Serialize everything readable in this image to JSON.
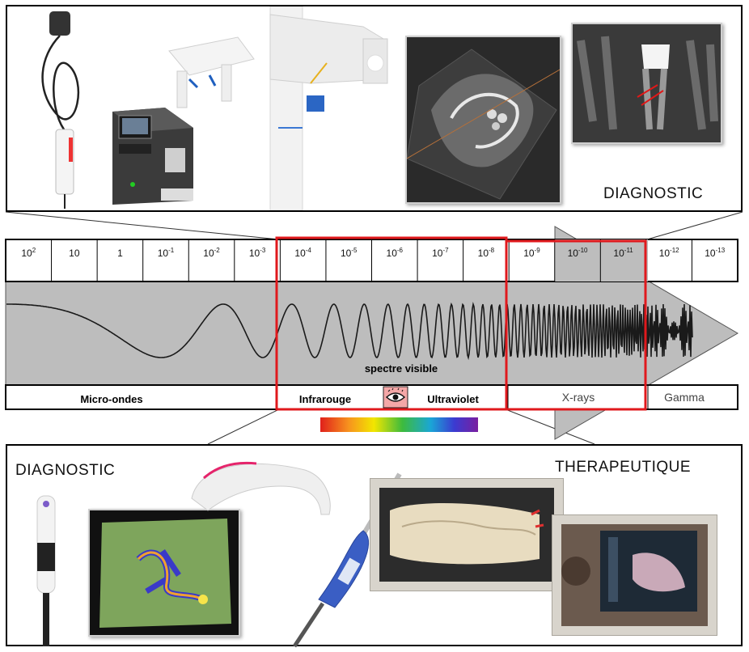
{
  "top_panel": {
    "label": "DIAGNOSTIC"
  },
  "bottom_panel": {
    "label_left": "DIAGNOSTIC",
    "label_right": "THERAPEUTIQUE"
  },
  "scale": {
    "ticks": [
      {
        "base": "10",
        "exp": "2"
      },
      {
        "base": "10",
        "exp": ""
      },
      {
        "base": "1",
        "exp": ""
      },
      {
        "base": "10",
        "exp": "-1"
      },
      {
        "base": "10",
        "exp": "-2"
      },
      {
        "base": "10",
        "exp": "-3"
      },
      {
        "base": "10",
        "exp": "-4"
      },
      {
        "base": "10",
        "exp": "-5"
      },
      {
        "base": "10",
        "exp": "-6"
      },
      {
        "base": "10",
        "exp": "-7"
      },
      {
        "base": "10",
        "exp": "-8"
      },
      {
        "base": "10",
        "exp": "-9"
      },
      {
        "base": "10",
        "exp": "-10"
      },
      {
        "base": "10",
        "exp": "-11"
      },
      {
        "base": "10",
        "exp": "-12"
      },
      {
        "base": "10",
        "exp": "-13"
      }
    ]
  },
  "bands": {
    "visible_label": "spectre visible",
    "microwaves": "Micro-ondes",
    "infrared": "Infrarouge",
    "ultraviolet": "Ultraviolet",
    "xrays": "X-rays",
    "gamma": "Gamma"
  },
  "colors": {
    "highlight": "#e0191d",
    "arrow_fill": "#bdbdbd",
    "eye_box": "#f4a7a7"
  },
  "photos": {
    "top": [
      "intraoral-sensor-icon",
      "imaging-unit-icon",
      "panoramic-xray-machine-icon",
      "cbct-slice-icon",
      "dental-radiograph-icon"
    ],
    "bottom": [
      "intraoral-camera-icon",
      "fluorescence-image-icon",
      "curing-light-icon",
      "laser-handpiece-icon",
      "cad-scan-screen-icon",
      "clinic-monitor-icon"
    ]
  }
}
